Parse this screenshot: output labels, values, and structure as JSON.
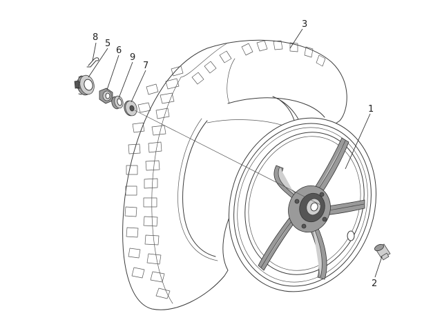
{
  "callouts": [
    {
      "id": "1",
      "label": "1"
    },
    {
      "id": "2",
      "label": "2"
    },
    {
      "id": "3",
      "label": "3"
    },
    {
      "id": "5",
      "label": "5"
    },
    {
      "id": "6",
      "label": "6"
    },
    {
      "id": "7",
      "label": "7"
    },
    {
      "id": "8",
      "label": "8"
    },
    {
      "id": "9",
      "label": "9"
    }
  ],
  "colors": {
    "ink": "#3a3a3a",
    "background": "#ffffff",
    "shade": "#9a9a9a"
  }
}
